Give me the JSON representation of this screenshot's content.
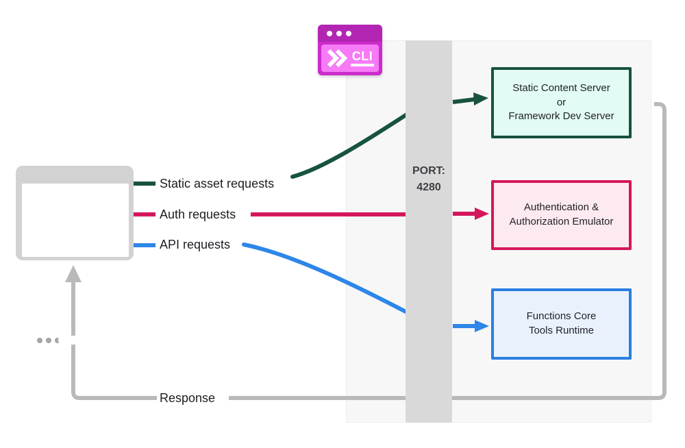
{
  "diagram": {
    "flow_labels": {
      "static_requests": "Static asset requests",
      "auth_requests": "Auth requests",
      "api_requests": "API requests",
      "response": "Response"
    },
    "port": {
      "line1": "PORT:",
      "line2": "4280"
    },
    "cli_badge": {
      "text": "CLI"
    },
    "boxes": [
      {
        "id": "static-content-server",
        "lines": [
          "Static Content Server",
          "or",
          "Framework Dev Server"
        ],
        "border_color": "#17523e",
        "fill_color": "#e2fbf4"
      },
      {
        "id": "auth-emulator",
        "lines": [
          "Authentication &",
          "Authorization Emulator"
        ],
        "border_color": "#d4175c",
        "fill_color": "#fdeaf1"
      },
      {
        "id": "functions-core-tools",
        "lines": [
          "Functions Core",
          "Tools Runtime"
        ],
        "border_color": "#2a7ee2",
        "fill_color": "#e9f2fc"
      }
    ],
    "colors": {
      "static_flow": "#17533f",
      "auth_flow": "#d4175c",
      "api_flow": "#2e86e8",
      "response_flow": "#b9b9b9",
      "port_bar": "#d9d9d9",
      "panel": "#f7f7f7",
      "cli_titlebar": "#b325b3",
      "cli_border": "#cb2ccb",
      "cli_body": "#f77af7"
    }
  }
}
